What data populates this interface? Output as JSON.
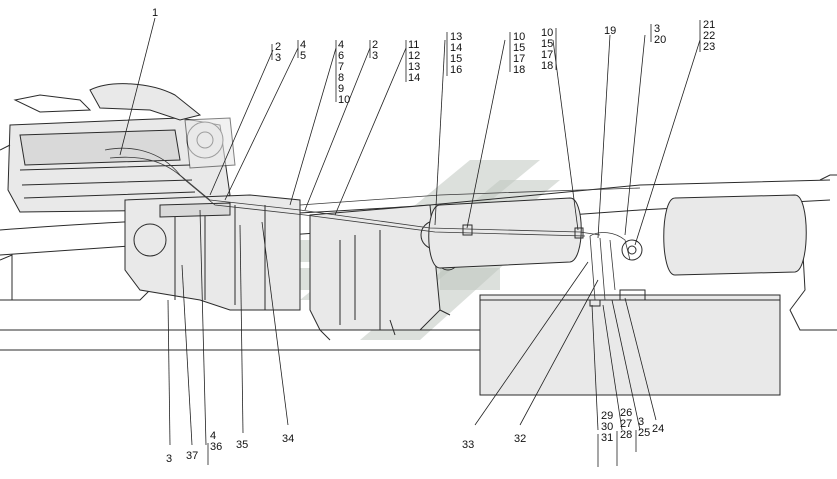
{
  "callouts_top": [
    {
      "id": "c1",
      "lines": [
        "1"
      ]
    },
    {
      "id": "c2",
      "lines": [
        "2",
        "3"
      ]
    },
    {
      "id": "c3",
      "lines": [
        "4",
        "5"
      ]
    },
    {
      "id": "c4",
      "lines": [
        "4",
        "6",
        "7",
        "8",
        "9",
        "10"
      ]
    },
    {
      "id": "c5",
      "lines": [
        "2",
        "3"
      ]
    },
    {
      "id": "c6",
      "lines": [
        "11",
        "12",
        "13",
        "14"
      ]
    },
    {
      "id": "c7",
      "lines": [
        "13",
        "14",
        "15",
        "16"
      ]
    },
    {
      "id": "c8",
      "lines": [
        "10",
        "15",
        "17",
        "18"
      ]
    },
    {
      "id": "c9",
      "lines": [
        "10",
        "15",
        "17",
        "18"
      ]
    },
    {
      "id": "c10",
      "lines": [
        "19"
      ]
    },
    {
      "id": "c11",
      "lines": [
        "3",
        "20"
      ]
    },
    {
      "id": "c12",
      "lines": [
        "21",
        "22",
        "23"
      ]
    }
  ],
  "callouts_bottom": [
    {
      "id": "b1",
      "lines": [
        "3"
      ]
    },
    {
      "id": "b2",
      "lines": [
        "37"
      ]
    },
    {
      "id": "b3",
      "lines": [
        "4",
        "36"
      ]
    },
    {
      "id": "b4",
      "lines": [
        "35"
      ]
    },
    {
      "id": "b5",
      "lines": [
        "34"
      ]
    },
    {
      "id": "b6",
      "lines": [
        "33"
      ]
    },
    {
      "id": "b7",
      "lines": [
        "32"
      ]
    },
    {
      "id": "b8",
      "lines": [
        "29",
        "30",
        "31"
      ]
    },
    {
      "id": "b9",
      "lines": [
        "26",
        "27",
        "28"
      ]
    },
    {
      "id": "b10",
      "lines": [
        "3",
        "25"
      ]
    },
    {
      "id": "b11",
      "lines": [
        "24"
      ]
    }
  ]
}
